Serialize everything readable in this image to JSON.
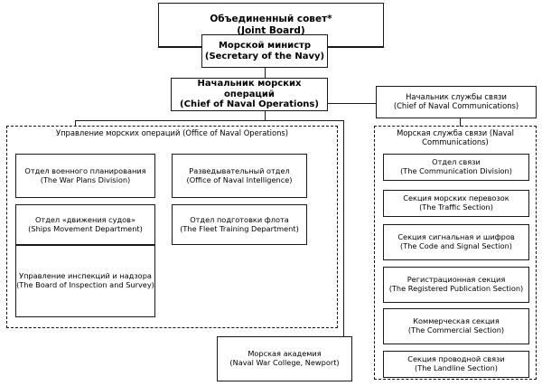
{
  "diagram": {
    "title_top": {
      "ru": "Объединенный совет*",
      "en": "(Joint Board)"
    },
    "secretary": {
      "ru": "Морской министр",
      "en": "(Secretary of the Navy)"
    },
    "cno": {
      "ru": "Начальник морских операций",
      "en": "(Chief of Naval Operations)"
    },
    "cnc": {
      "ru": "Начальник службы связи",
      "en": "(Chief of Naval Communications)"
    },
    "left_group": {
      "header": {
        "ru": "Управление морских операций",
        "en": "(Office of Naval Operations)"
      },
      "units": [
        {
          "ru": "Отдел военного планирования",
          "en": "(The War Plans Division)"
        },
        {
          "ru": "Разведывательный отдел",
          "en": "(Office of Naval Intelligence)"
        },
        {
          "ru": "Отдел «движения судов»",
          "en": "(Ships Movement Department)"
        },
        {
          "ru": "Отдел подготовки флота",
          "en": "(The Fleet Training Department)"
        },
        {
          "ru": "Управление инспекций и надзора",
          "en": "(The Board of Inspection and Survey)"
        }
      ]
    },
    "right_group": {
      "header": {
        "ru": "Морская служба связи",
        "en": "(Naval Communications)"
      },
      "units": [
        {
          "ru": "Отдел связи",
          "en": "(The Communication Division)"
        },
        {
          "ru": "Секция морских перевозок",
          "en": "(The Traffic Section)"
        },
        {
          "ru": "Секция сигнальная и шифров",
          "en": "(The Code and Signal Section)"
        },
        {
          "ru": "Регистрационная секция",
          "en": "(The Registered Publication Section)"
        },
        {
          "ru": "Коммерческая секция",
          "en": "(The Commercial Section)"
        },
        {
          "ru": "Секция проводной связи",
          "en": "(The Landline Section)"
        }
      ]
    },
    "academy": {
      "ru": "Морская академия",
      "en": "(Naval War College, Newport)"
    }
  }
}
